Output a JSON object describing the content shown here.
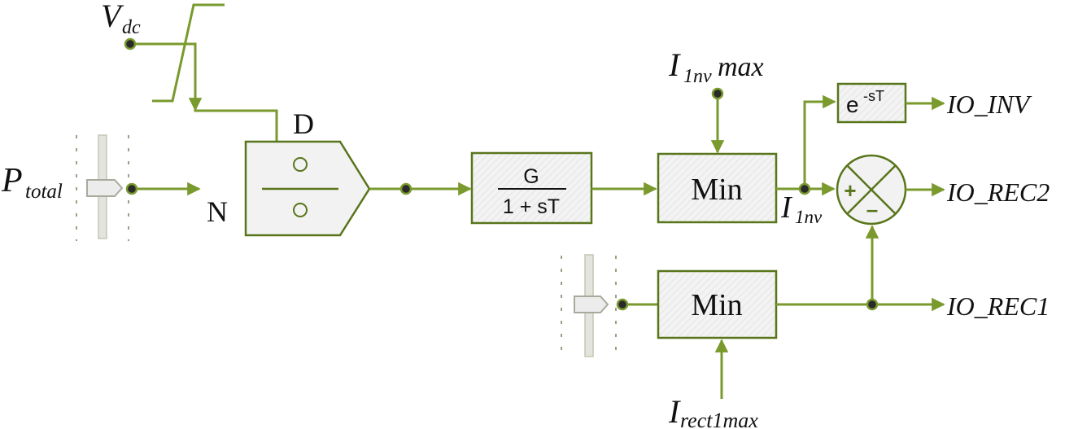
{
  "labels": {
    "vdc_main": "V",
    "vdc_sub": "dc",
    "ptotal_main": "P",
    "ptotal_sub": "total",
    "divider_d": "D",
    "divider_n": "N",
    "i1nvmax_main": "I",
    "i1nvmax_sub": "1nv",
    "i1nvmax_tail": "max",
    "i1nv_main": "I",
    "i1nv_sub": "1nv",
    "irect_main": "I",
    "irect_sub": "rect1max",
    "io_inv": "IO_INV",
    "io_rec2": "IO_REC2",
    "io_rec1": "IO_REC1"
  },
  "blocks": {
    "transfer_num": "G",
    "transfer_den": "1 + sT",
    "min_top": "Min",
    "min_bottom": "Min",
    "delay_base": "e",
    "delay_exp": "-sT",
    "sum_plus": "+",
    "sum_minus": "–"
  },
  "colors": {
    "wire": "#7a9a2e",
    "block_border": "#58751a",
    "block_fill": "#f2f2f2"
  }
}
